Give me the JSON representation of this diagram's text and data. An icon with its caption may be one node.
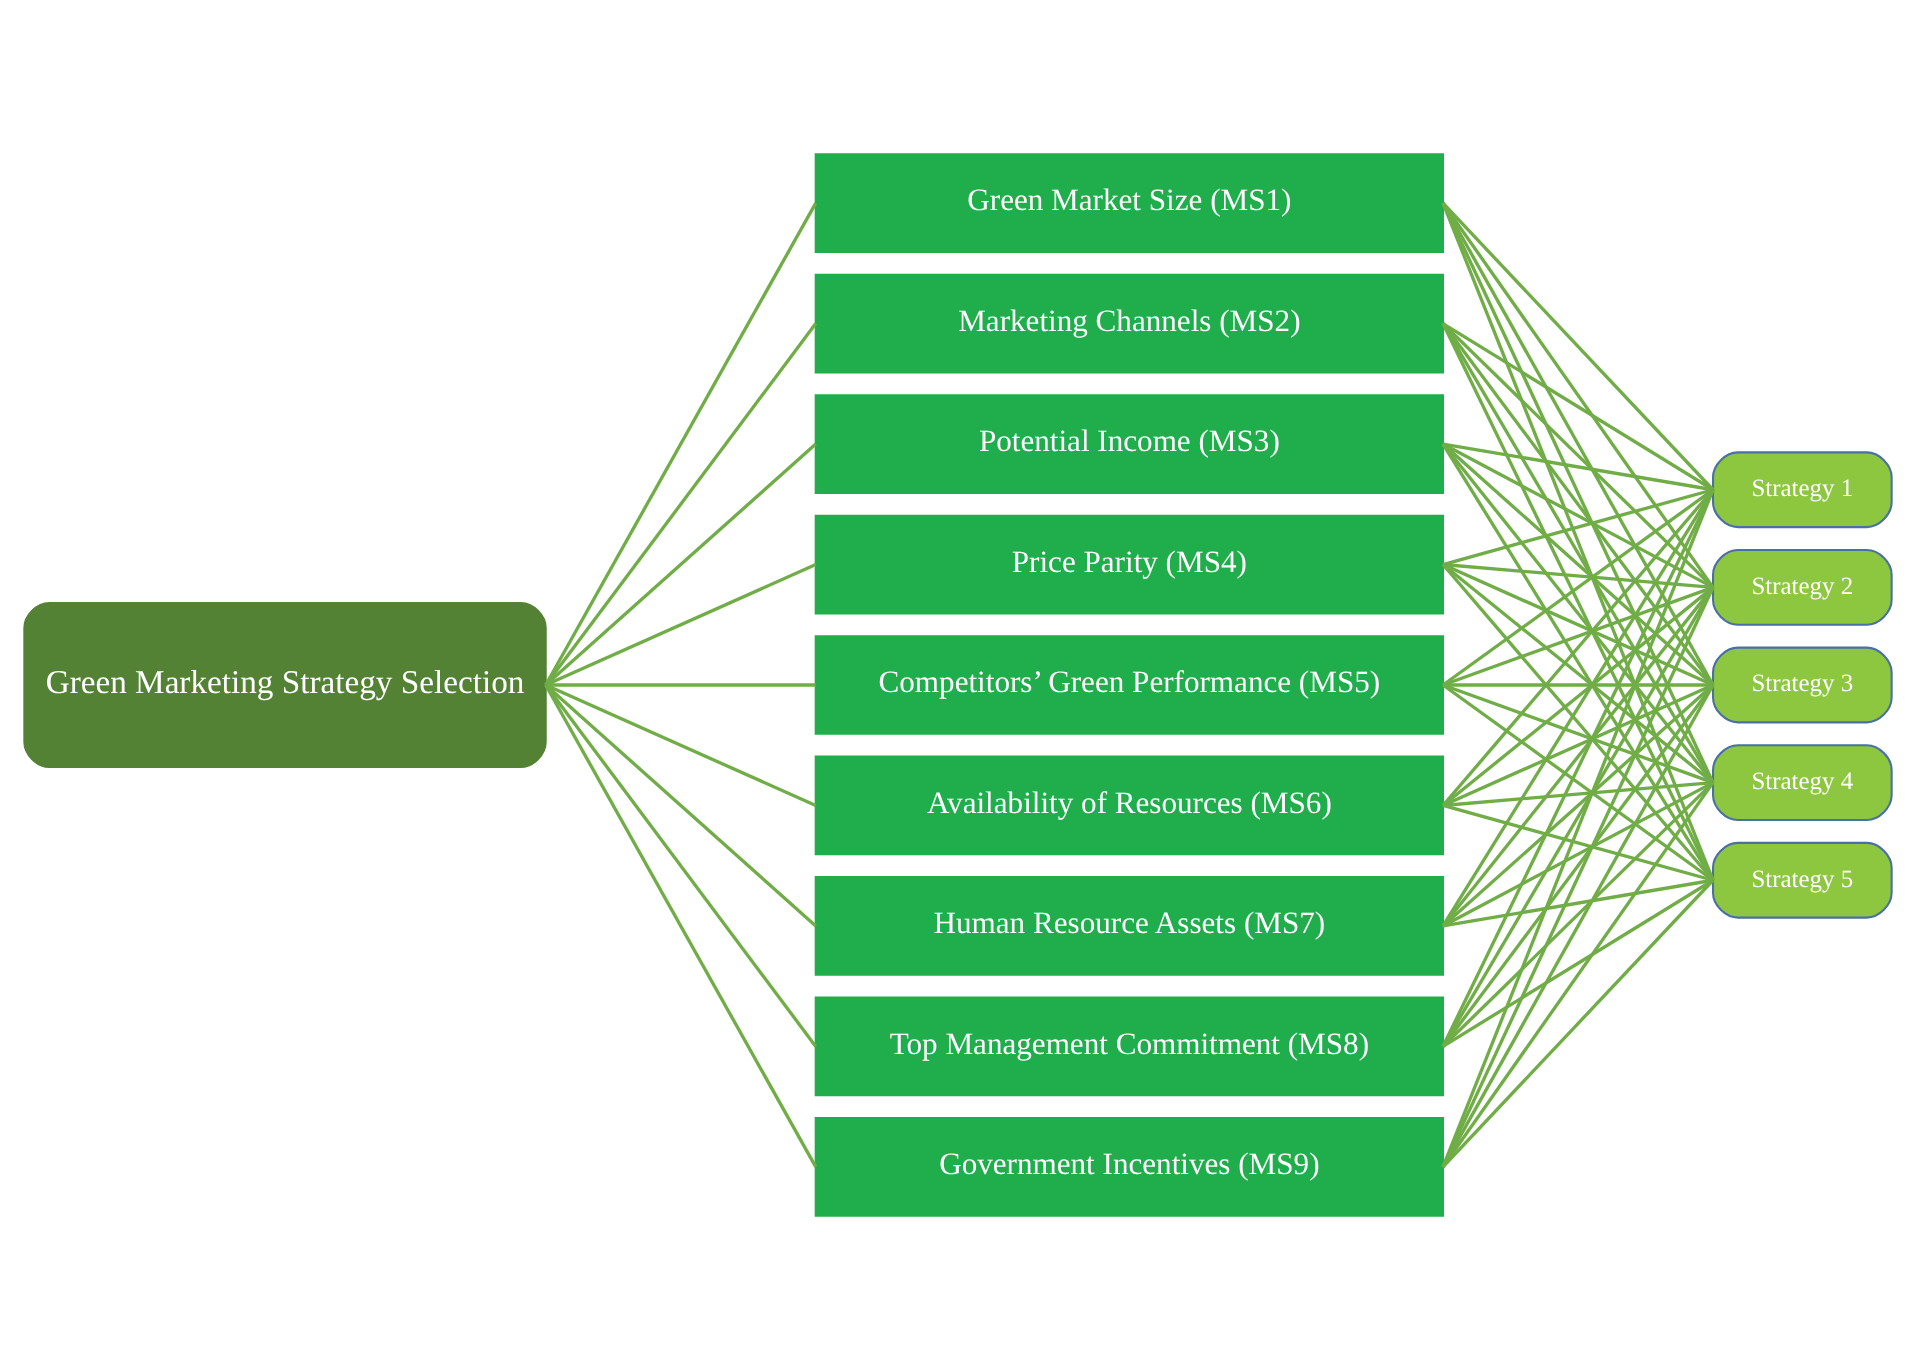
{
  "diagram": {
    "nodes": [
      {
        "text": [
          "Green Marketing Strategy Selection"
        ]
      },
      {
        "text": [
          "Green Market Size (MS1)"
        ]
      },
      {
        "text": [
          "Marketing Channels (MS2)"
        ]
      },
      {
        "text": [
          "Potential Income (MS3)"
        ]
      },
      {
        "text": [
          "Price Parity (MS4)"
        ]
      },
      {
        "text": [
          "Competitors’ Green Performance (MS5)"
        ]
      },
      {
        "text": [
          "Availability of Resources (MS6)"
        ]
      },
      {
        "text": [
          "Human Resource Assets (MS7)"
        ]
      },
      {
        "text": [
          "Top Management Commitment (MS8)"
        ]
      },
      {
        "text": [
          "Government Incentives (MS9)"
        ]
      },
      {
        "text": [
          "Strategy 1"
        ]
      },
      {
        "text": [
          "Strategy 2"
        ]
      },
      {
        "text": [
          "Strategy 3"
        ]
      },
      {
        "text": [
          "Strategy 4"
        ]
      },
      {
        "text": [
          "Strategy 5"
        ]
      }
    ],
    "edges": [
      {
        "from": 0,
        "to": 1,
        "arrow": "none"
      },
      {
        "from": 0,
        "to": 2,
        "arrow": "none"
      },
      {
        "from": 0,
        "to": 3,
        "arrow": "none"
      },
      {
        "from": 0,
        "to": 4,
        "arrow": "none"
      },
      {
        "from": 0,
        "to": 5,
        "arrow": "none"
      },
      {
        "from": 0,
        "to": 6,
        "arrow": "none"
      },
      {
        "from": 0,
        "to": 7,
        "arrow": "none"
      },
      {
        "from": 0,
        "to": 8,
        "arrow": "none"
      },
      {
        "from": 0,
        "to": 9,
        "arrow": "none"
      },
      {
        "from": 1,
        "to": 10,
        "arrow": "none"
      },
      {
        "from": 1,
        "to": 11,
        "arrow": "none"
      },
      {
        "from": 1,
        "to": 12,
        "arrow": "none"
      },
      {
        "from": 1,
        "to": 13,
        "arrow": "none"
      },
      {
        "from": 1,
        "to": 14,
        "arrow": "none"
      },
      {
        "from": 2,
        "to": 10,
        "arrow": "none"
      },
      {
        "from": 2,
        "to": 11,
        "arrow": "none"
      },
      {
        "from": 2,
        "to": 12,
        "arrow": "none"
      },
      {
        "from": 2,
        "to": 13,
        "arrow": "none"
      },
      {
        "from": 2,
        "to": 14,
        "arrow": "none"
      },
      {
        "from": 3,
        "to": 10,
        "arrow": "none"
      },
      {
        "from": 3,
        "to": 11,
        "arrow": "none"
      },
      {
        "from": 3,
        "to": 12,
        "arrow": "none"
      },
      {
        "from": 3,
        "to": 13,
        "arrow": "none"
      },
      {
        "from": 3,
        "to": 14,
        "arrow": "none"
      },
      {
        "from": 4,
        "to": 10,
        "arrow": "none"
      },
      {
        "from": 4,
        "to": 11,
        "arrow": "none"
      },
      {
        "from": 4,
        "to": 12,
        "arrow": "none"
      },
      {
        "from": 4,
        "to": 13,
        "arrow": "none"
      },
      {
        "from": 4,
        "to": 14,
        "arrow": "none"
      },
      {
        "from": 5,
        "to": 10,
        "arrow": "none"
      },
      {
        "from": 5,
        "to": 11,
        "arrow": "none"
      },
      {
        "from": 5,
        "to": 12,
        "arrow": "none"
      },
      {
        "from": 5,
        "to": 13,
        "arrow": "none"
      },
      {
        "from": 5,
        "to": 14,
        "arrow": "none"
      },
      {
        "from": 6,
        "to": 10,
        "arrow": "none"
      },
      {
        "from": 6,
        "to": 11,
        "arrow": "none"
      },
      {
        "from": 6,
        "to": 12,
        "arrow": "none"
      },
      {
        "from": 6,
        "to": 13,
        "arrow": "none"
      },
      {
        "from": 6,
        "to": 14,
        "arrow": "none"
      },
      {
        "from": 7,
        "to": 10,
        "arrow": "none"
      },
      {
        "from": 7,
        "to": 11,
        "arrow": "none"
      },
      {
        "from": 7,
        "to": 12,
        "arrow": "none"
      },
      {
        "from": 7,
        "to": 13,
        "arrow": "none"
      },
      {
        "from": 7,
        "to": 14,
        "arrow": "none"
      },
      {
        "from": 8,
        "to": 10,
        "arrow": "none"
      },
      {
        "from": 8,
        "to": 11,
        "arrow": "none"
      },
      {
        "from": 8,
        "to": 12,
        "arrow": "none"
      },
      {
        "from": 8,
        "to": 13,
        "arrow": "none"
      },
      {
        "from": 8,
        "to": 14,
        "arrow": "none"
      },
      {
        "from": 9,
        "to": 10,
        "arrow": "none"
      },
      {
        "from": 9,
        "to": 11,
        "arrow": "none"
      },
      {
        "from": 9,
        "to": 12,
        "arrow": "none"
      },
      {
        "from": 9,
        "to": 13,
        "arrow": "none"
      },
      {
        "from": 9,
        "to": 14,
        "arrow": "none"
      }
    ]
  }
}
